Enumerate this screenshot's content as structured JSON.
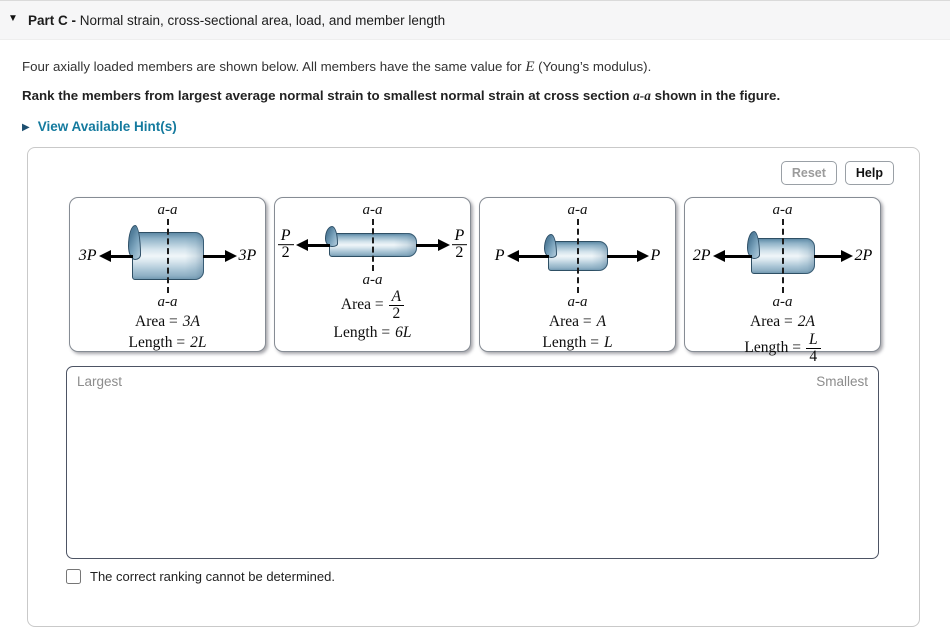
{
  "header": {
    "collapse_icon": "▼",
    "title_bold": "Part C - ",
    "title_rest": "Normal strain, cross-sectional area, load, and member length"
  },
  "intro": {
    "line1_pre": "Four axially loaded members are shown below. All members have the same value for ",
    "line1_var": "E",
    "line1_post": " (Young’s modulus).",
    "line2_pre": "Rank the members from largest average normal strain to smallest normal strain at cross section ",
    "line2_var": "a-a",
    "line2_post": " shown in the figure."
  },
  "hints": {
    "arrow_icon": "▶",
    "label": "View Available Hint(s)"
  },
  "toolbar": {
    "reset": "Reset",
    "help": "Help"
  },
  "members": [
    {
      "section_label": "a-a",
      "load": "3P",
      "area_label": "Area =",
      "area_value": "3A",
      "length_label": "Length =",
      "length_value": "2L"
    },
    {
      "section_label": "a-a",
      "load_num": "P",
      "load_den": "2",
      "area_label": "Area =",
      "area_num": "A",
      "area_den": "2",
      "length_label": "Length =",
      "length_value": "6L"
    },
    {
      "section_label": "a-a",
      "load": "P",
      "area_label": "Area =",
      "area_value": "A",
      "length_label": "Length =",
      "length_value": "L"
    },
    {
      "section_label": "a-a",
      "load": "2P",
      "area_label": "Area =",
      "area_value": "2A",
      "length_label": "Length =",
      "length_num": "L",
      "length_den": "4"
    }
  ],
  "ranking": {
    "largest": "Largest",
    "smallest": "Smallest"
  },
  "checkbox": {
    "label": "The correct ranking cannot be determined."
  },
  "colors": {
    "link_teal": "#147a9e",
    "cylinder_blue": "#9dbdd0",
    "panel_border": "#868c94",
    "rankbox_border": "#4d5464",
    "header_bg": "#f6f6f7"
  }
}
